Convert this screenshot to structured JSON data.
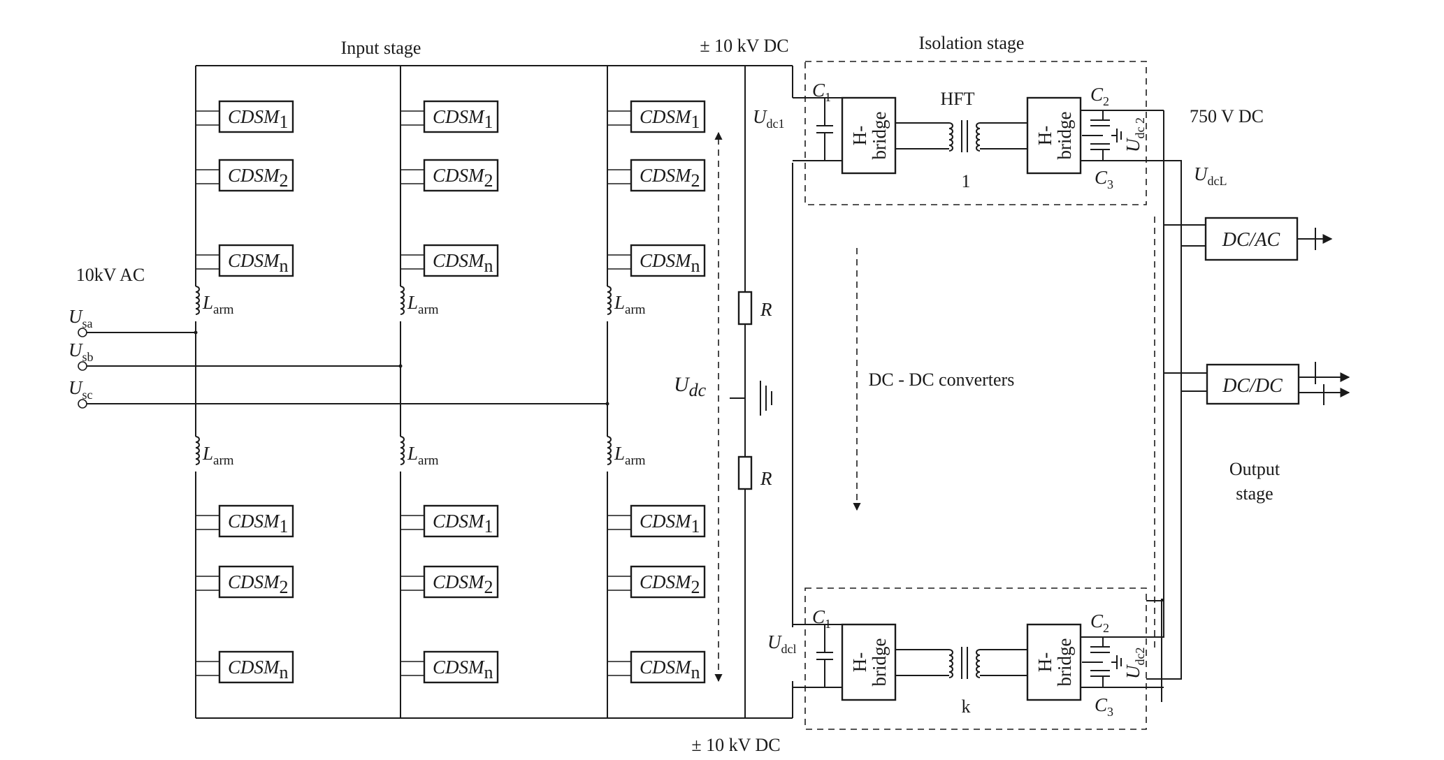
{
  "stage_labels": {
    "input": "Input stage",
    "isolation": "Isolation stage",
    "output_line1": "Output",
    "output_line2": "stage",
    "dc_dc": "DC - DC converters"
  },
  "voltages": {
    "ac_source": "10kV AC",
    "dc_top": "± 10 kV DC",
    "dc_bottom": "± 10 kV DC",
    "lv_dc": "750 V DC"
  },
  "phases": [
    {
      "main": "U",
      "sub": "sa"
    },
    {
      "main": "U",
      "sub": "sb"
    },
    {
      "main": "U",
      "sub": "sc"
    }
  ],
  "submodule": {
    "name": "CDSM",
    "subs": [
      "1",
      "2",
      "n"
    ]
  },
  "arm_inductor": {
    "main": "L",
    "sub": "arm"
  },
  "resistor": "R",
  "udc": {
    "main": "U",
    "sub": "dc"
  },
  "isolation_modules": [
    {
      "c_in": {
        "main": "C",
        "sub": "1"
      },
      "u_in": {
        "main": "U",
        "sub": "dc1"
      },
      "bridge": [
        "H-",
        "bridge"
      ],
      "transformer": "HFT",
      "index": "1",
      "c_out_top": {
        "main": "C",
        "sub": "2"
      },
      "c_out_bottom": {
        "main": "C",
        "sub": "3"
      },
      "u_out": {
        "main": "U",
        "sub": "dc 2"
      }
    },
    {
      "c_in": {
        "main": "C",
        "sub": "1"
      },
      "u_in": {
        "main": "U",
        "sub": "dcl"
      },
      "bridge": [
        "H-",
        "bridge"
      ],
      "transformer": "",
      "index": "k",
      "c_out_top": {
        "main": "C",
        "sub": "2"
      },
      "c_out_bottom": {
        "main": "C",
        "sub": "3"
      },
      "u_out": {
        "main": "U",
        "sub": "dc2"
      }
    }
  ],
  "udcl": {
    "main": "U",
    "sub": "dcL"
  },
  "output_converters": [
    "DC/AC",
    "DC/DC"
  ],
  "colors": {
    "line": "#1a1a1a",
    "background": "#ffffff"
  }
}
